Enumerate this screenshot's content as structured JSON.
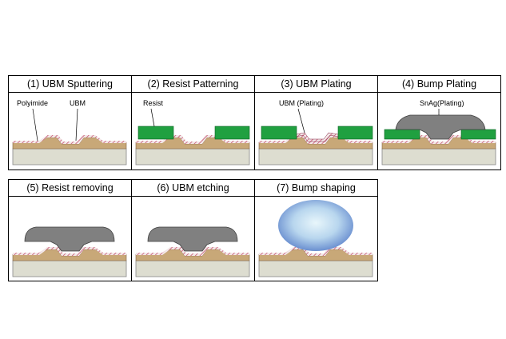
{
  "steps": [
    {
      "title": "(1) UBM Sputtering",
      "labels": [
        "Polyimide",
        "UBM"
      ]
    },
    {
      "title": "(2) Resist Patterning",
      "labels": [
        "Resist"
      ]
    },
    {
      "title": "(3) UBM Plating",
      "labels": [
        "UBM (Plating)"
      ]
    },
    {
      "title": "(4) Bump Plating",
      "labels": [
        "SnAg(Plating)"
      ]
    },
    {
      "title": "(5) Resist removing",
      "labels": []
    },
    {
      "title": "(6) UBM etching",
      "labels": []
    },
    {
      "title": "(7) Bump shaping",
      "labels": []
    }
  ],
  "colors": {
    "substrate": "#ddddd0",
    "pad": "#1a1aa0",
    "resist": "#20a040",
    "bump": "#808080",
    "polyimide": "#c8a878",
    "ubm_hatch": "#c04060",
    "ball_center": "#dff0f8",
    "ball_edge": "#6a8fd0"
  }
}
